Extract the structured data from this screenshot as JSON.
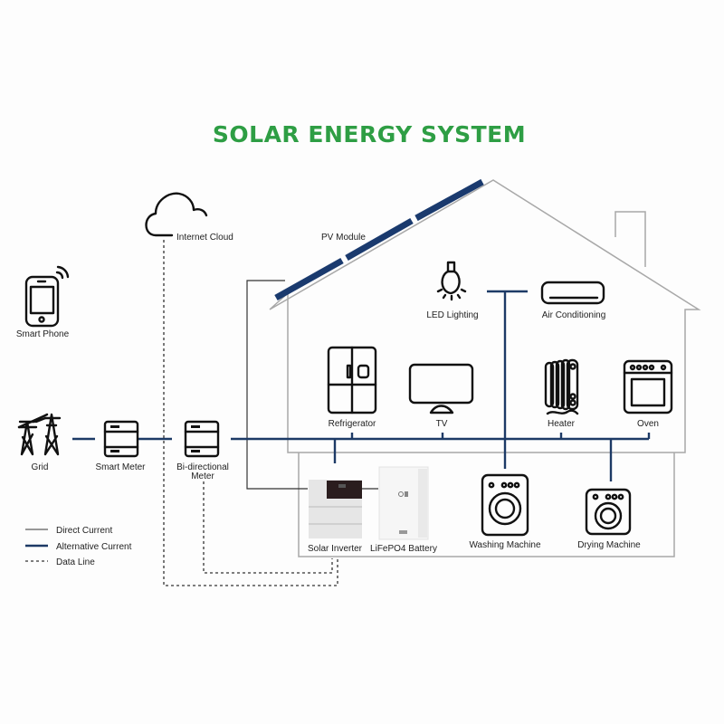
{
  "title": "SOLAR ENERGY SYSTEM",
  "colors": {
    "title": "#2e9e44",
    "alternative_current": "#1d3a66",
    "direct_current": "#333333",
    "house_outline": "#a8a8a8",
    "pv_module": "#1a3a6e",
    "pv_label": "#2a4a7a"
  },
  "components": {
    "internet_cloud": "Internet Cloud",
    "pv_module": "PV Module",
    "smart_phone": "Smart Phone",
    "grid": "Grid",
    "smart_meter": "Smart Meter",
    "bidirectional_meter_line1": "Bi-directional",
    "bidirectional_meter_line2": "Meter",
    "solar_inverter": "Solar Inverter",
    "battery": "LiFePO4 Battery"
  },
  "appliances": {
    "led_lighting": "LED Lighting",
    "air_conditioning": "Air Conditioning",
    "refrigerator": "Refrigerator",
    "tv": "TV",
    "heater": "Heater",
    "oven": "Oven",
    "washing_machine": "Washing Machine",
    "drying_machine": "Drying Machine"
  },
  "legend": [
    {
      "label": "Direct Current",
      "style": "thin-solid"
    },
    {
      "label": "Alternative Current",
      "style": "thick-solid"
    },
    {
      "label": "Data Line",
      "style": "dashed"
    }
  ]
}
